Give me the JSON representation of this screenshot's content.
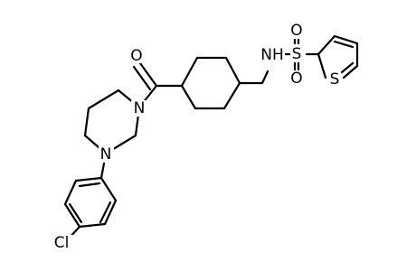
{
  "molecule": {
    "atom_labels": {
      "oxygen_carbonyl": "O",
      "nitrogen_amide": "N",
      "nitrogen_aryl": "N",
      "chlorine": "Cl",
      "nitrogen_sulfonamide": "NH",
      "sulfur_sulfonyl": "S",
      "oxygen_sulfonyl_top": "O",
      "oxygen_sulfonyl_bottom": "O",
      "sulfur_thiophene": "S"
    }
  }
}
